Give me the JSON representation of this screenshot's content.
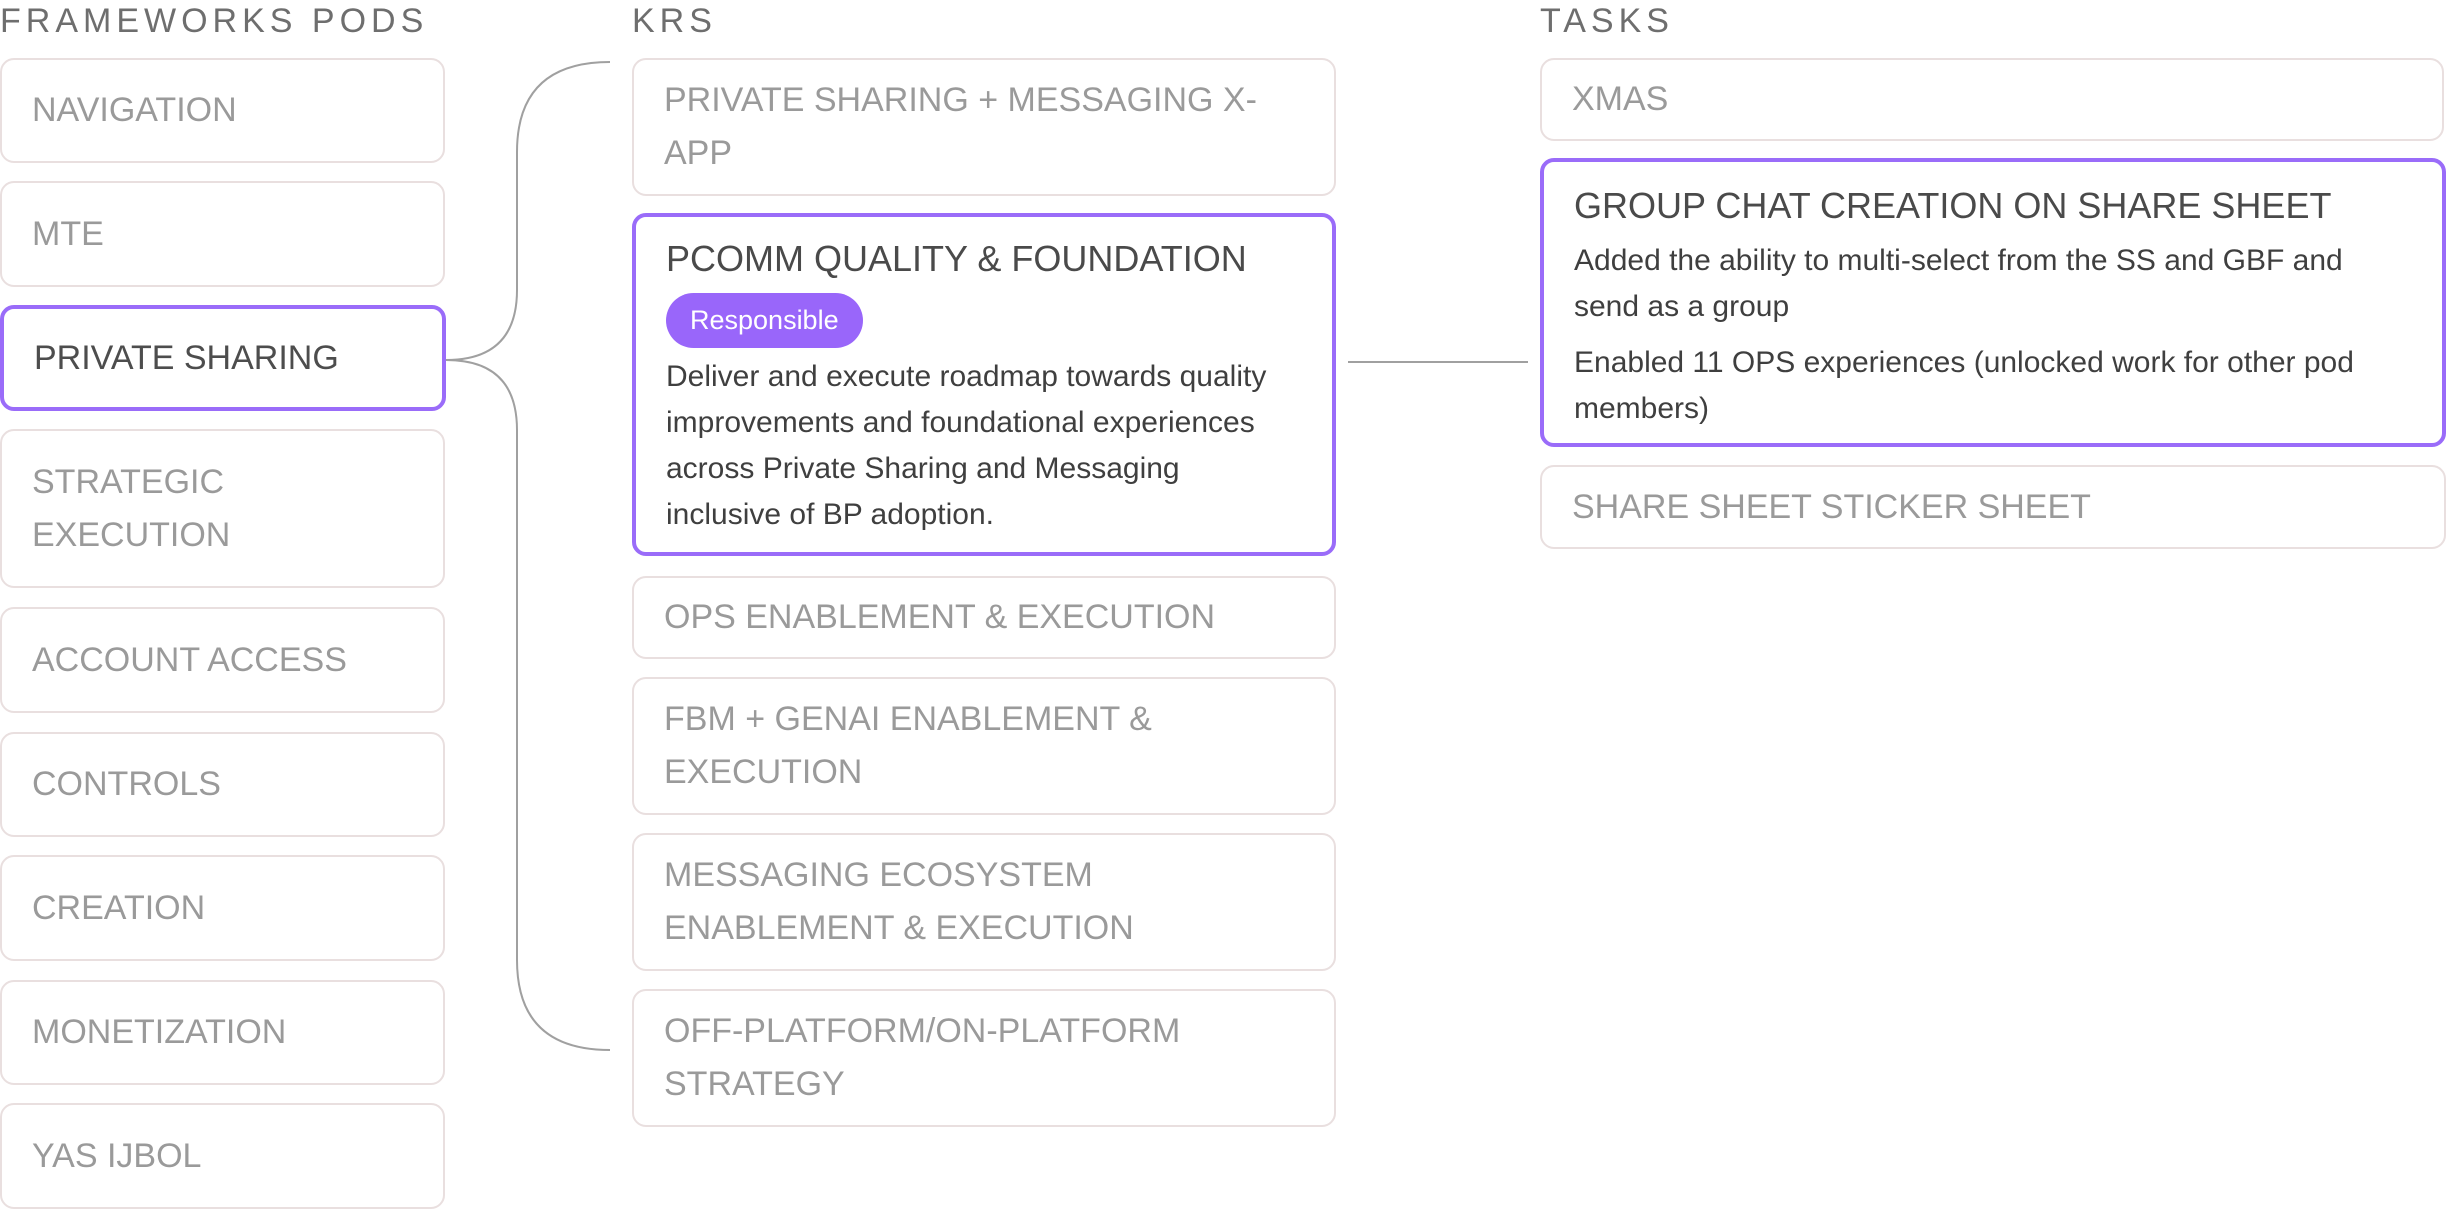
{
  "columns": {
    "pods": {
      "heading": "FRAMEWORKS PODS"
    },
    "krs": {
      "heading": "KRS"
    },
    "tasks": {
      "heading": "TASKS"
    }
  },
  "pods": [
    {
      "label": "NAVIGATION",
      "selected": false
    },
    {
      "label": "MTE",
      "selected": false
    },
    {
      "label": "PRIVATE SHARING",
      "selected": true
    },
    {
      "label": "STRATEGIC EXECUTION",
      "selected": false
    },
    {
      "label": "ACCOUNT ACCESS",
      "selected": false
    },
    {
      "label": "CONTROLS",
      "selected": false
    },
    {
      "label": "CREATION",
      "selected": false
    },
    {
      "label": "MONETIZATION",
      "selected": false
    },
    {
      "label": "YAS IJBOL",
      "selected": false
    }
  ],
  "krs": [
    {
      "label": "PRIVATE SHARING + MESSAGING X-APP",
      "selected": false
    },
    {
      "label": "PCOMM QUALITY & FOUNDATION",
      "selected": true,
      "badge": "Responsible",
      "description": "Deliver and execute roadmap towards quality improvements and foundational experiences across Private Sharing and Messaging inclusive of BP adoption."
    },
    {
      "label": "OPS ENABLEMENT & EXECUTION",
      "selected": false
    },
    {
      "label": "FBM + GENAI ENABLEMENT & EXECUTION",
      "selected": false
    },
    {
      "label": "MESSAGING ECOSYSTEM ENABLEMENT & EXECUTION",
      "selected": false
    },
    {
      "label": "OFF-PLATFORM/ON-PLATFORM STRATEGY",
      "selected": false
    }
  ],
  "tasks": [
    {
      "label": "XMAS",
      "selected": false
    },
    {
      "label": "GROUP CHAT CREATION ON SHARE SHEET",
      "selected": true,
      "details": [
        "Added the ability to multi-select from the SS and GBF and send as a group",
        "Enabled 11 OPS experiences (unlocked work for other pod members)"
      ]
    },
    {
      "label": "SHARE SHEET STICKER SHEET",
      "selected": false
    }
  ],
  "colors": {
    "accent": "#9a6cf9",
    "badge": "#9966fa",
    "card_border": "#e9dfdf",
    "connector": "#a0a0a0",
    "muted_text": "#9a9a9a",
    "active_text": "#4d4d4d"
  }
}
